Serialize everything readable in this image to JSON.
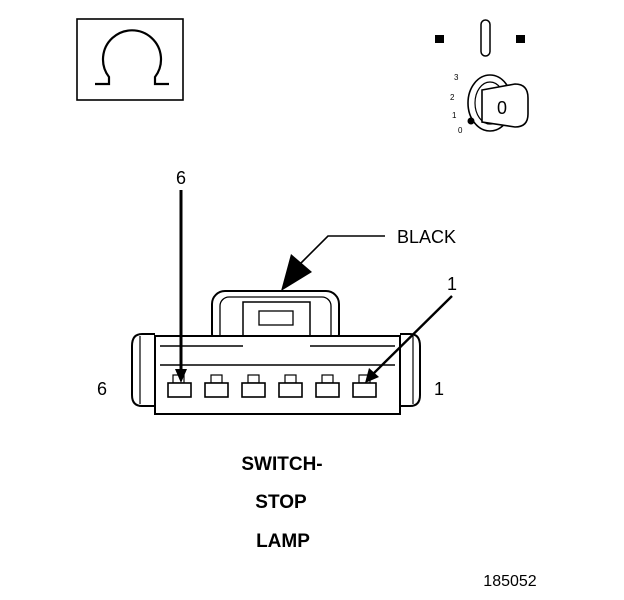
{
  "ohmmeter_symbol": "Ω",
  "ignition": {
    "positions": [
      "3",
      "2",
      "1",
      "0"
    ],
    "key_label": "0"
  },
  "connector": {
    "color_label": "BLACK",
    "pin_callout_top_left": "6",
    "pin_callout_top_right": "1",
    "side_label_left": "6",
    "side_label_right": "1"
  },
  "title_lines": [
    "SWITCH-",
    "STOP",
    "LAMP"
  ],
  "figure_number": "185052"
}
